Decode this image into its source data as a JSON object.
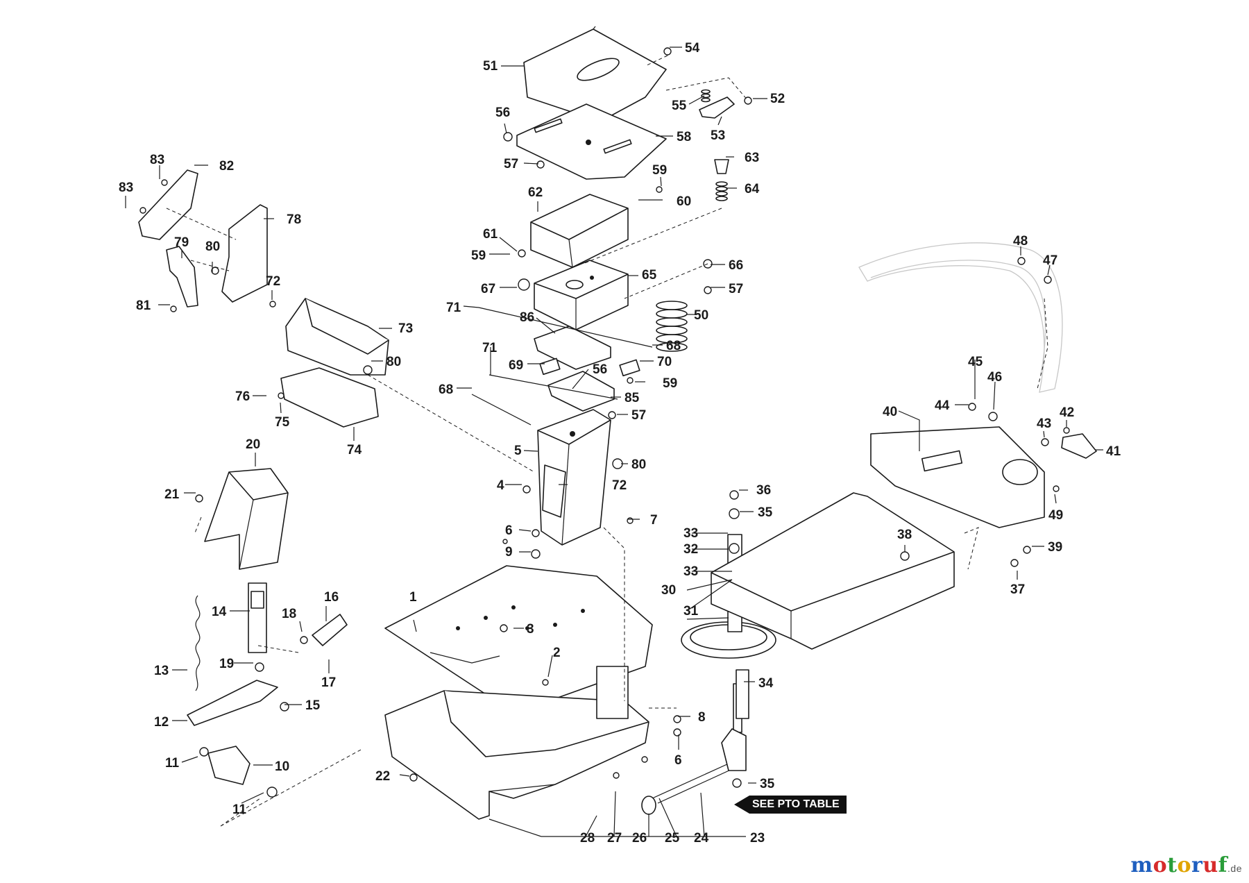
{
  "diagram": {
    "pto_note": "SEE PTO TABLE",
    "watermark": {
      "letters": [
        "m",
        "o",
        "t",
        "o",
        "r",
        "u",
        "f"
      ],
      "letter_colors": [
        "#1f5fbf",
        "#d62b2b",
        "#2a9d3a",
        "#e0a400",
        "#1f5fbf",
        "#d62b2b",
        "#2a9d3a"
      ],
      "suffix": ".de"
    },
    "callouts": [
      "51",
      "54",
      "52",
      "55",
      "53",
      "56",
      "58",
      "57",
      "59",
      "60",
      "63",
      "64",
      "62",
      "61",
      "59",
      "65",
      "66",
      "57",
      "67",
      "71",
      "50",
      "86",
      "68",
      "71",
      "69",
      "56",
      "70",
      "59",
      "68",
      "85",
      "57",
      "5",
      "80",
      "4",
      "72",
      "7",
      "6",
      "9",
      "83",
      "82",
      "83",
      "78",
      "79",
      "80",
      "72",
      "81",
      "73",
      "80",
      "76",
      "75",
      "74",
      "20",
      "21",
      "14",
      "16",
      "18",
      "13",
      "19",
      "17",
      "15",
      "12",
      "11",
      "10",
      "11",
      "1",
      "3",
      "2",
      "22",
      "28",
      "27",
      "26",
      "25",
      "24",
      "23",
      "8",
      "6",
      "35",
      "36",
      "35",
      "33",
      "32",
      "33",
      "30",
      "31",
      "34",
      "38",
      "37",
      "39",
      "40",
      "44",
      "45",
      "46",
      "48",
      "47",
      "43",
      "42",
      "41",
      "49"
    ]
  }
}
